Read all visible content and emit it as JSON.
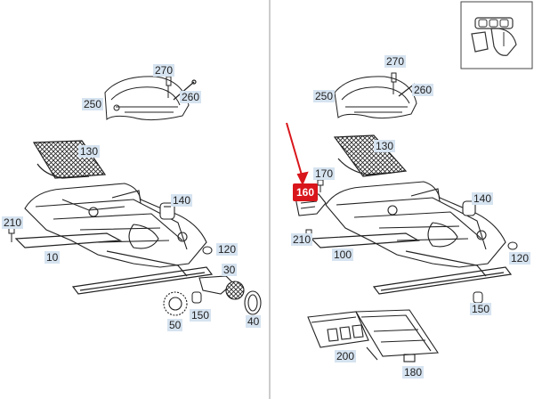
{
  "diagram": {
    "left_labels": [
      "270",
      "250",
      "260",
      "130",
      "140",
      "210",
      "120",
      "10",
      "30",
      "150",
      "50",
      "40"
    ],
    "right_labels": [
      "270",
      "250",
      "260",
      "130",
      "170",
      "160",
      "140",
      "210",
      "100",
      "120",
      "150",
      "200",
      "180"
    ],
    "highlight": {
      "label": "160",
      "color": "#d8161b"
    },
    "label_bg_color": "#d6e3f0"
  }
}
